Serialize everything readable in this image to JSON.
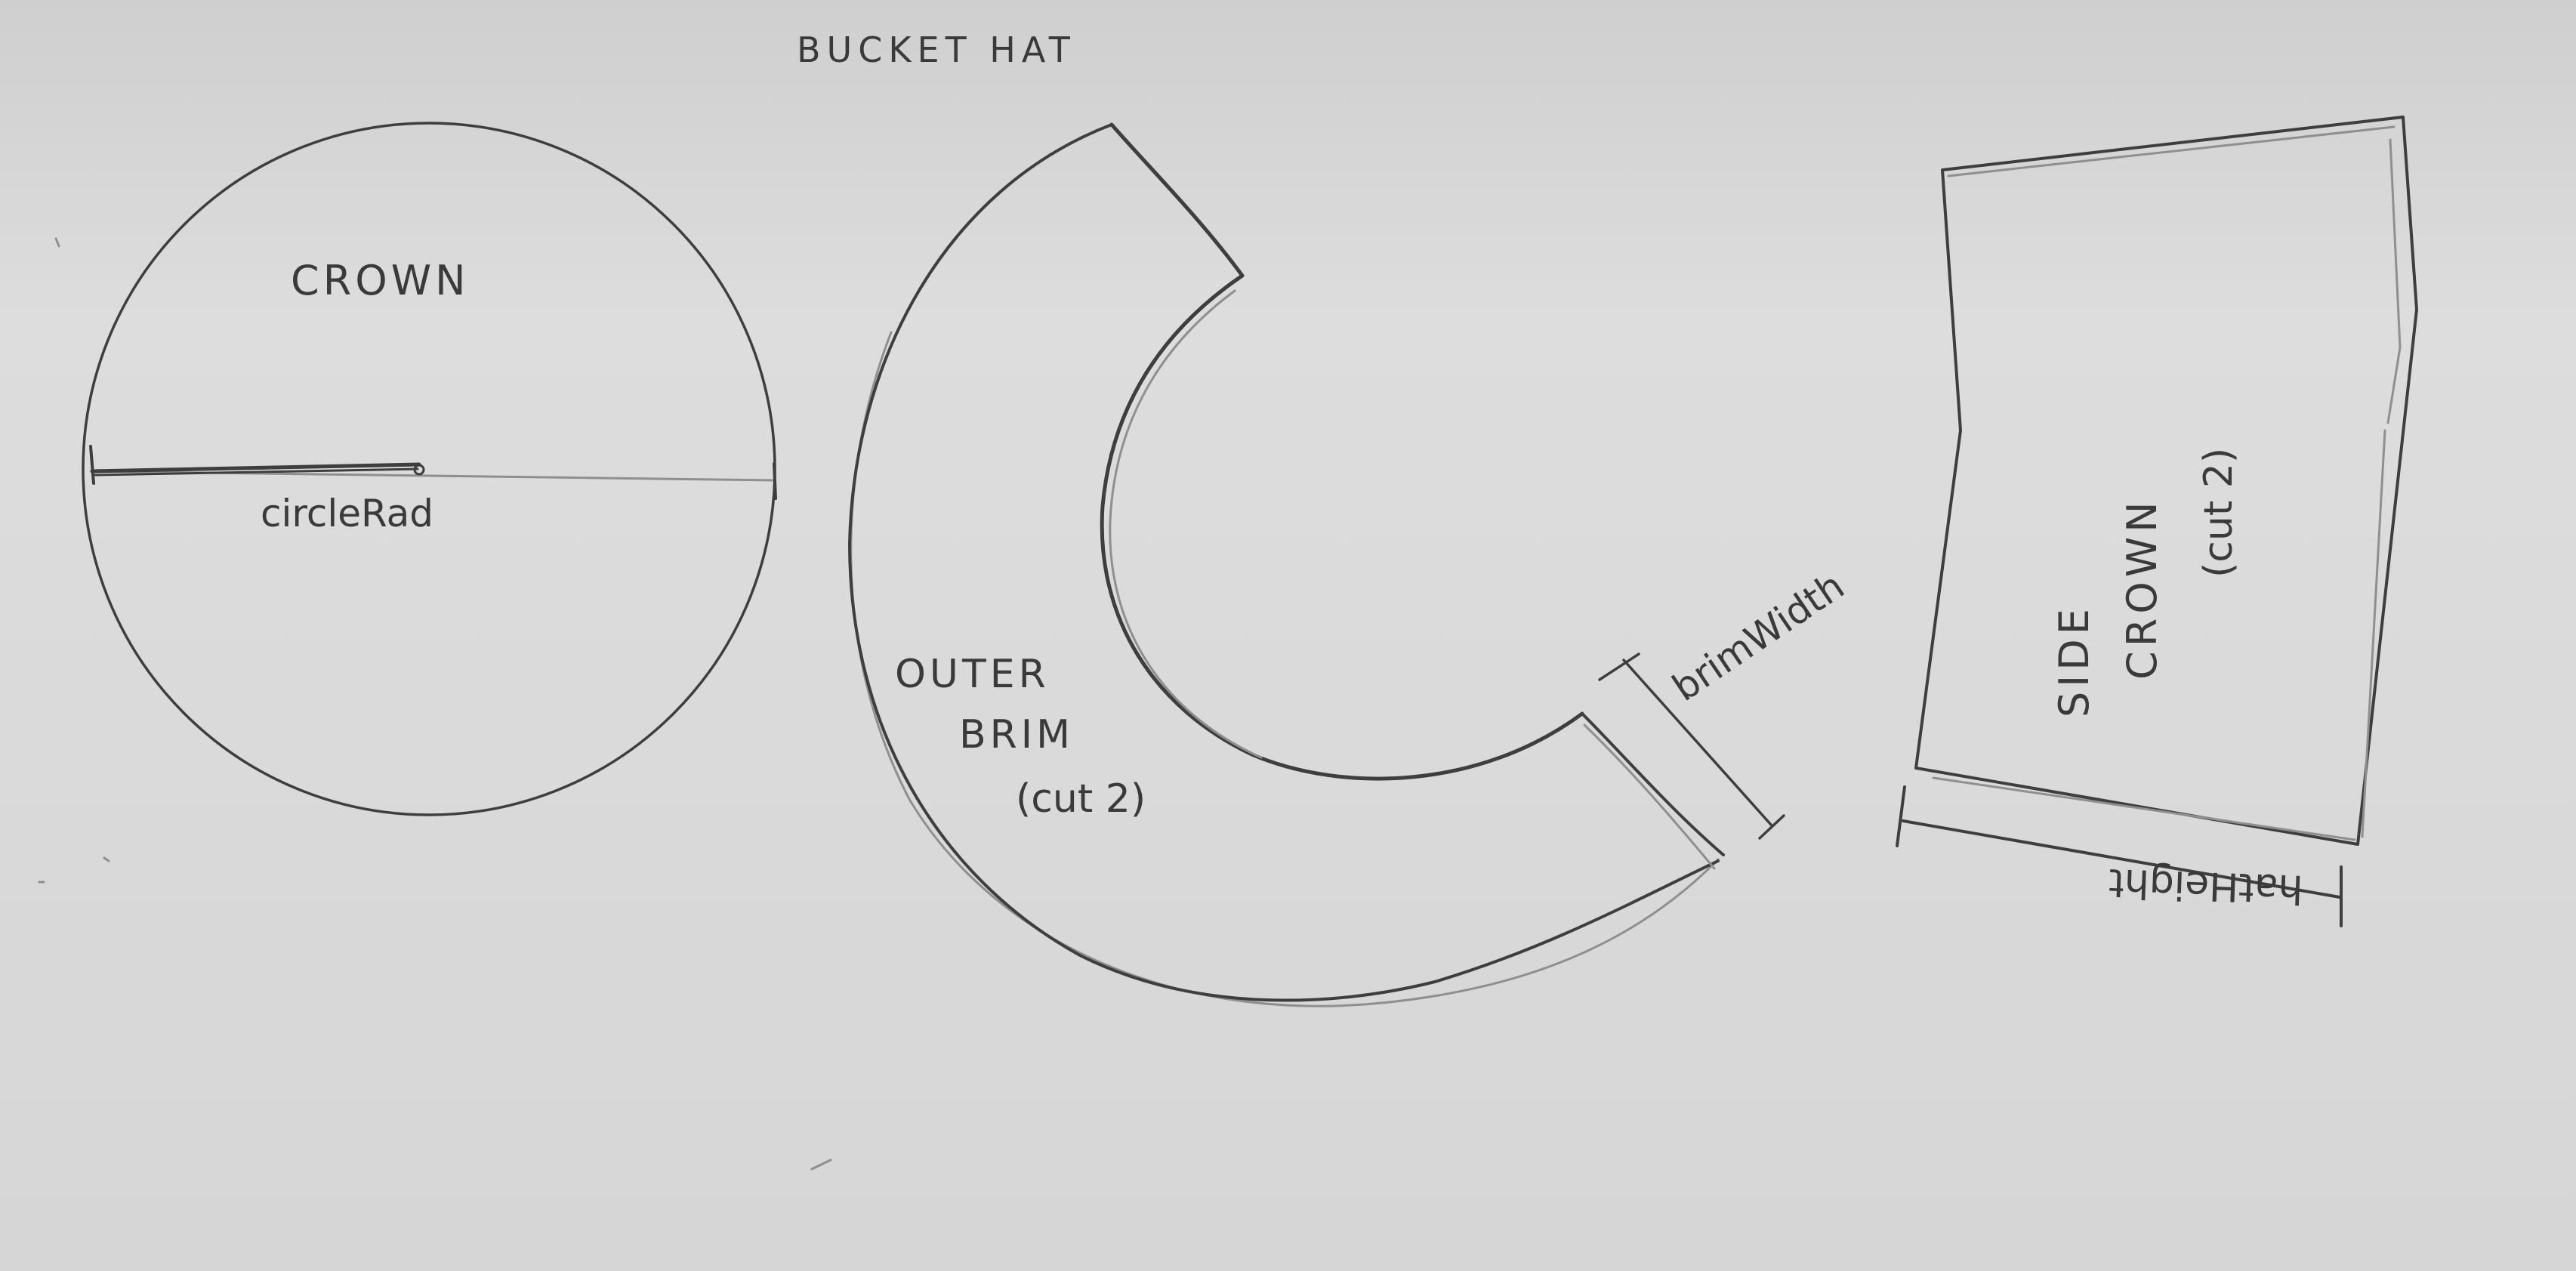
{
  "title": "BUCKET HAT",
  "pieces": {
    "crown": {
      "label": "CROWN",
      "dimension_label": "circleRad"
    },
    "outer_brim": {
      "label_line1": "OUTER",
      "label_line2": "BRIM",
      "label_line3": "(cut 2)",
      "dimension_label": "brimWidth"
    },
    "side_crown": {
      "label_line1": "SIDE",
      "label_line2": "CROWN",
      "label_line3": "(cut 2)",
      "dimension_label": "hatHeight"
    }
  },
  "colors": {
    "paper": "#d9d9d9",
    "pencil": "#3a3a3a"
  }
}
